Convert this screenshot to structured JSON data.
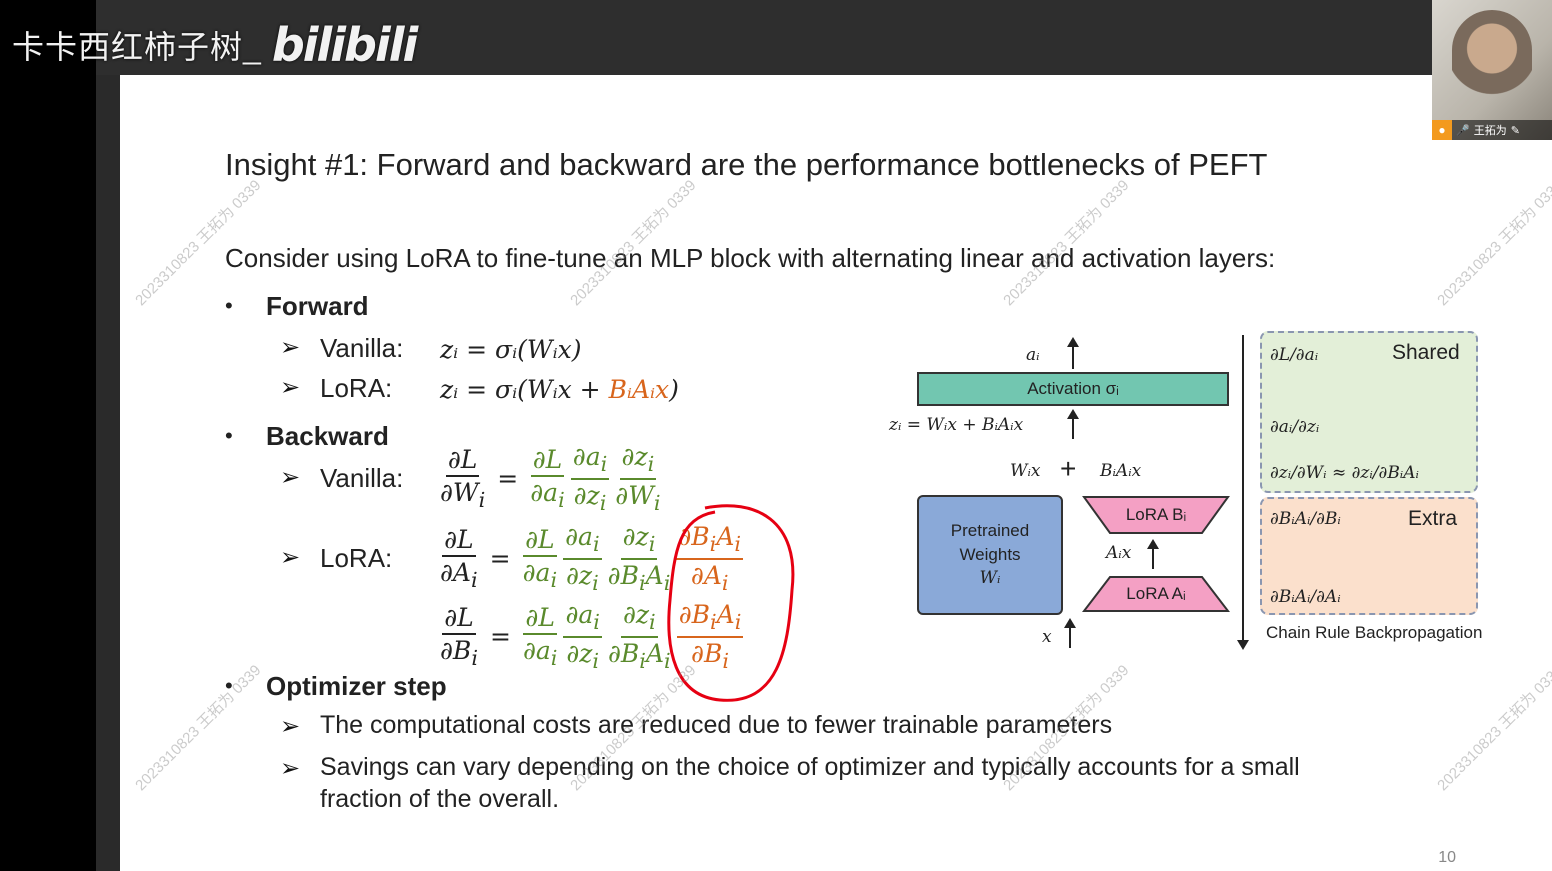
{
  "overlay": {
    "channel_name": "卡卡西红柿子树_",
    "site_logo": "bilibili",
    "speaker_name": "王拓为"
  },
  "slide": {
    "title": "Insight #1: Forward and backward are the performance bottlenecks of PEFT",
    "intro": "Consider using LoRA to fine-tune an MLP block with alternating linear and activation layers:",
    "forward": {
      "heading": "Forward",
      "vanilla_label": "Vanilla:",
      "vanilla_eq": "zᵢ = σᵢ(Wᵢx)",
      "lora_label": "LoRA:",
      "lora_eq_prefix": "zᵢ = σᵢ(Wᵢx + ",
      "lora_eq_highlight": "BᵢAᵢx",
      "lora_eq_suffix": ")"
    },
    "backward": {
      "heading": "Backward",
      "vanilla_label": "Vanilla:",
      "lora_label": "LoRA:"
    },
    "optimizer": {
      "heading": "Optimizer step",
      "point1": "The computational costs are reduced due to fewer trainable parameters",
      "point2_line1": "Savings can vary depending on the choice of optimizer and typically accounts for a small",
      "point2_line2": "fraction of the overall."
    },
    "page_number": "10",
    "watermark_text": "2023310823 王拓为 0339"
  },
  "diagram": {
    "activation_box": "Activation σᵢ",
    "a_out": "aᵢ",
    "z_label": "zᵢ = Wᵢx + BᵢAᵢx",
    "wx": "Wᵢx",
    "plus": "+",
    "bax": "BᵢAᵢx",
    "pretrained_line1": "Pretrained",
    "pretrained_line2": "Weights",
    "pretrained_line3": "Wᵢ",
    "lora_b": "LoRA Bᵢ",
    "lora_a": "LoRA Aᵢ",
    "ax": "Aᵢx",
    "x_in": "x",
    "shared_title": "Shared",
    "shared_1": "∂L/∂aᵢ",
    "shared_2": "∂aᵢ/∂zᵢ",
    "shared_3": "∂zᵢ/∂Wᵢ ≈ ∂zᵢ/∂BᵢAᵢ",
    "extra_title": "Extra",
    "extra_1": "∂BᵢAᵢ/∂Bᵢ",
    "extra_2": "∂BᵢAᵢ/∂Aᵢ",
    "chain_label": "Chain Rule Backpropagation",
    "colors": {
      "activation": "#72c6b0",
      "pretrained": "#8aa9d8",
      "lora": "#f4a0c4",
      "shared": "#e3efd8",
      "extra": "#fbe0cc",
      "orange": "#d8651c",
      "green": "#5a8a2c",
      "annotation": "#e60012"
    }
  }
}
